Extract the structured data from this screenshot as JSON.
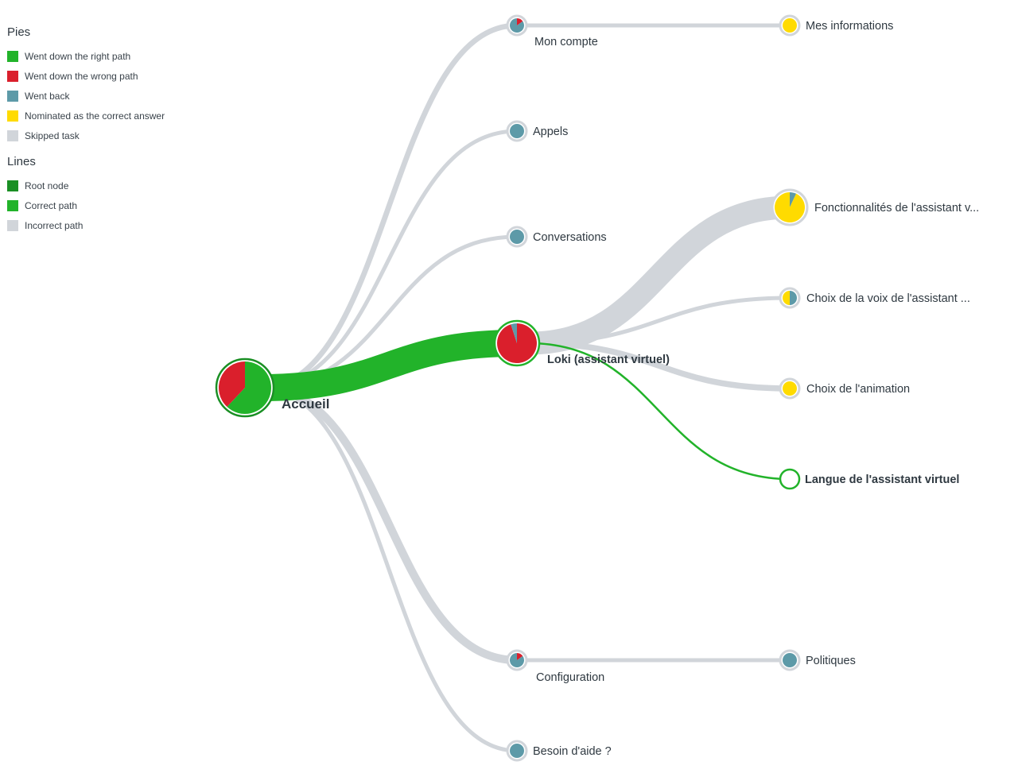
{
  "colors": {
    "right": "#22b32a",
    "wrong": "#da1f2c",
    "back": "#5d9aa8",
    "nominated": "#ffdb00",
    "skipped": "#d1d5da",
    "root_line": "#1a8f24",
    "correct_line": "#22b32a",
    "incorrect_line": "#d1d5da",
    "ring": "#d1d5da"
  },
  "legend": {
    "pies_title": "Pies",
    "pies": [
      {
        "label": "Went down the right path",
        "color": "#22b32a"
      },
      {
        "label": "Went down the wrong path",
        "color": "#da1f2c"
      },
      {
        "label": "Went back",
        "color": "#5d9aa8"
      },
      {
        "label": "Nominated as the correct answer",
        "color": "#ffdb00"
      },
      {
        "label": "Skipped task",
        "color": "#d1d5da"
      }
    ],
    "lines_title": "Lines",
    "lines": [
      {
        "label": "Root node",
        "color": "#1a8f24"
      },
      {
        "label": "Correct path",
        "color": "#22b32a"
      },
      {
        "label": "Incorrect path",
        "color": "#d1d5da"
      }
    ]
  },
  "tree": {
    "nodes": [
      {
        "id": "accueil",
        "label": "Accueil",
        "style": "root",
        "pie": {
          "right": 0.62,
          "wrong": 0.38
        }
      },
      {
        "id": "mon-compte",
        "label": "Mon compte",
        "pie": {
          "back": 0.85,
          "wrong": 0.15
        }
      },
      {
        "id": "appels",
        "label": "Appels",
        "pie": {
          "back": 1
        }
      },
      {
        "id": "conversations",
        "label": "Conversations",
        "pie": {
          "back": 1
        }
      },
      {
        "id": "loki",
        "label": "Loki (assistant virtuel)",
        "style": "bold",
        "pie": {
          "wrong": 0.95,
          "back": 0.05
        }
      },
      {
        "id": "configuration",
        "label": "Configuration",
        "pie": {
          "back": 0.85,
          "wrong": 0.15
        }
      },
      {
        "id": "besoin-aide",
        "label": "Besoin d'aide ?",
        "pie": {
          "back": 1
        }
      },
      {
        "id": "mes-informations",
        "label": "Mes informations",
        "pie": {
          "nominated": 1
        }
      },
      {
        "id": "fonctionnalites",
        "label": "Fonctionnalités de l'assistant v...",
        "pie": {
          "back": 0.07,
          "nominated": 0.93
        }
      },
      {
        "id": "choix-voix",
        "label": "Choix de la voix de l'assistant ...",
        "pie": {
          "back": 0.5,
          "nominated": 0.5
        }
      },
      {
        "id": "choix-animation",
        "label": "Choix de l'animation",
        "pie": {
          "nominated": 1
        }
      },
      {
        "id": "langue",
        "label": "Langue de l'assistant virtuel",
        "style": "bold",
        "pie": {}
      },
      {
        "id": "politiques",
        "label": "Politiques",
        "pie": {
          "back": 1
        }
      }
    ],
    "links": [
      {
        "from": "accueil",
        "to": "mon-compte",
        "kind": "incorrect",
        "flow": 0.2
      },
      {
        "from": "accueil",
        "to": "appels",
        "kind": "incorrect",
        "flow": 0.07
      },
      {
        "from": "accueil",
        "to": "conversations",
        "kind": "incorrect",
        "flow": 0.07
      },
      {
        "from": "accueil",
        "to": "loki",
        "kind": "correct",
        "flow": 1
      },
      {
        "from": "accueil",
        "to": "configuration",
        "kind": "incorrect",
        "flow": 0.3
      },
      {
        "from": "accueil",
        "to": "besoin-aide",
        "kind": "incorrect",
        "flow": 0.07
      },
      {
        "from": "mon-compte",
        "to": "mes-informations",
        "kind": "incorrect",
        "flow": 0.07
      },
      {
        "from": "loki",
        "to": "fonctionnalites",
        "kind": "incorrect",
        "flow": 0.85
      },
      {
        "from": "loki",
        "to": "choix-voix",
        "kind": "incorrect",
        "flow": 0.15
      },
      {
        "from": "loki",
        "to": "choix-animation",
        "kind": "incorrect",
        "flow": 0.22
      },
      {
        "from": "loki",
        "to": "langue",
        "kind": "correct",
        "flow": 0
      },
      {
        "from": "configuration",
        "to": "politiques",
        "kind": "incorrect",
        "flow": 0.07
      }
    ]
  }
}
